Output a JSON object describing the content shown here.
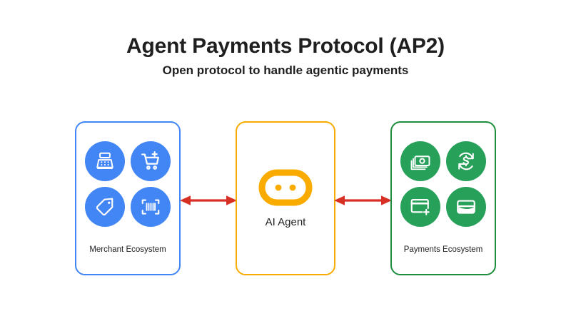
{
  "header": {
    "title": "Agent Payments Protocol (AP2)",
    "subtitle": "Open protocol to handle agentic payments"
  },
  "colors": {
    "merchant_blue": "#4285f4",
    "agent_yellow": "#f9ab00",
    "payments_green": "#1e8e3e",
    "icon_green": "#27a05a",
    "arrow_red": "#d93025",
    "background": "#ffffff",
    "text": "#202124"
  },
  "diagram": {
    "merchant_card": {
      "label": "Merchant Ecosystem",
      "icons": [
        {
          "name": "point-of-sale-terminal-icon",
          "label": "Point of sale terminal"
        },
        {
          "name": "add-to-cart-icon",
          "label": "Add to cart"
        },
        {
          "name": "price-tag-icon",
          "label": "Price tag"
        },
        {
          "name": "barcode-scanner-icon",
          "label": "Barcode scanner"
        }
      ]
    },
    "agent_card": {
      "label": "AI Agent",
      "icon": {
        "name": "robot-face-icon",
        "label": "AI agent robot face"
      }
    },
    "payments_card": {
      "label": "Payments Ecosystem",
      "icons": [
        {
          "name": "banknotes-icon",
          "label": "Cash banknotes"
        },
        {
          "name": "refund-icon",
          "label": "Refund dollar cycle"
        },
        {
          "name": "add-credit-card-icon",
          "label": "Add credit card"
        },
        {
          "name": "wallet-icon",
          "label": "Wallet"
        }
      ]
    },
    "connectors": [
      {
        "name": "merchant-agent-arrow",
        "label": "Merchant to AI Agent bidirectional link",
        "direction": "bidirectional"
      },
      {
        "name": "agent-payments-arrow",
        "label": "AI Agent to Payments bidirectional link",
        "direction": "bidirectional"
      }
    ]
  }
}
